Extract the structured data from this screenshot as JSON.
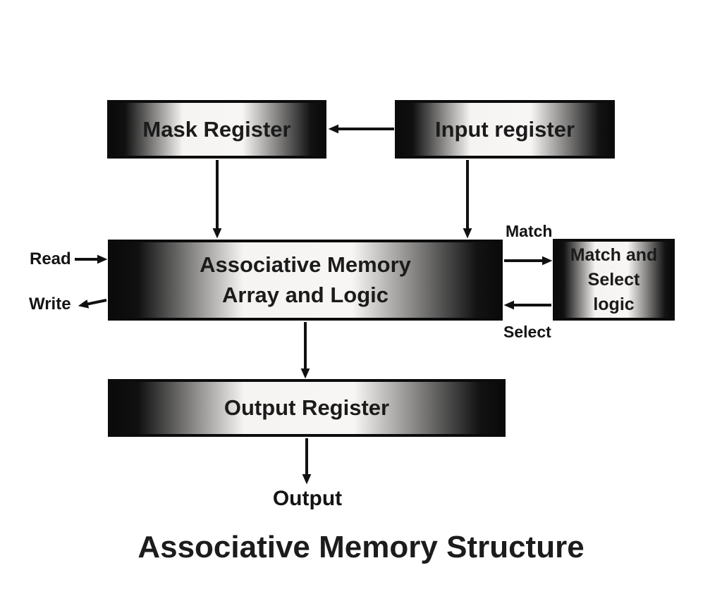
{
  "title": "Associative Memory Structure",
  "colors": {
    "background": "#ffffff",
    "box_border": "#0c0c0c",
    "box_gradient_dark": "#0a0a0a",
    "box_gradient_light": "#f6f4f2",
    "text": "#1b1b1b",
    "arrow": "#111111"
  },
  "nodes": {
    "mask_register": {
      "label": "Mask Register"
    },
    "input_register": {
      "label": "Input register"
    },
    "memory_array": {
      "line1": "Associative Memory",
      "line2": "Array and Logic"
    },
    "match_select_logic": {
      "line1": "Match and",
      "line2": "Select",
      "line3": "logic"
    },
    "output_register": {
      "label": "Output Register"
    }
  },
  "labels": {
    "read": "Read",
    "write": "Write",
    "match": "Match",
    "select": "Select",
    "output": "Output"
  },
  "edges": [
    {
      "from": "input_register",
      "to": "mask_register",
      "type": "arrow"
    },
    {
      "from": "mask_register",
      "to": "memory_array",
      "type": "arrow"
    },
    {
      "from": "input_register",
      "to": "memory_array",
      "type": "arrow"
    },
    {
      "from": "read",
      "to": "memory_array",
      "type": "arrow"
    },
    {
      "from": "memory_array",
      "to": "write",
      "type": "arrow"
    },
    {
      "from": "memory_array",
      "to": "match_select_logic",
      "label": "Match",
      "type": "arrow"
    },
    {
      "from": "match_select_logic",
      "to": "memory_array",
      "label": "Select",
      "type": "arrow"
    },
    {
      "from": "memory_array",
      "to": "output_register",
      "type": "arrow"
    },
    {
      "from": "output_register",
      "to": "output",
      "type": "arrow"
    }
  ]
}
